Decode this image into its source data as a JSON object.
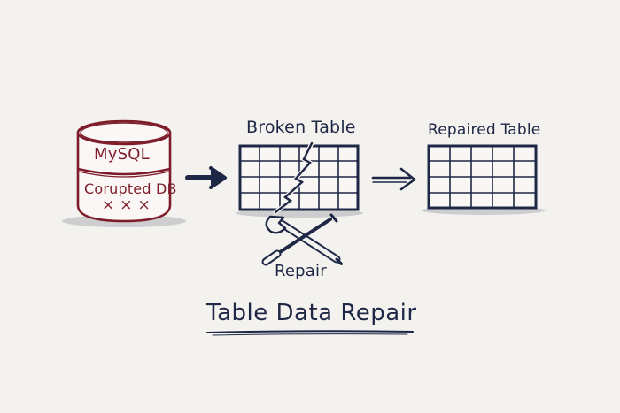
{
  "database": {
    "label": "MySQL",
    "status": "Corupted DB",
    "marks": "×××",
    "color": "#7d1d2a"
  },
  "broken_table": {
    "label": "Broken Table"
  },
  "repaired_table": {
    "label": "Repaired Table"
  },
  "tool": {
    "label": "Repair",
    "icon": "wrench-screwdriver-icon"
  },
  "title": "Table Data Repair",
  "colors": {
    "ink": "#1f2746",
    "db": "#7d1d2a",
    "paper": "#f4f2ee"
  }
}
